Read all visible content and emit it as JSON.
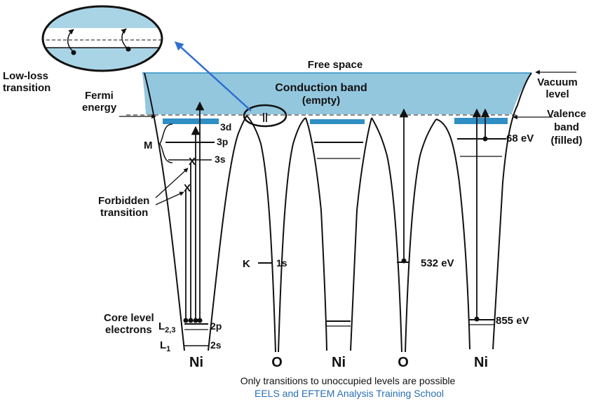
{
  "colors": {
    "band_fill": "#93c7de",
    "band_edge": "#2f8fc4",
    "inset_band": "#a9d4e6",
    "arrow_blue": "#2f6fd0",
    "ink": "#111111",
    "footer_blue": "#2a6fb3"
  },
  "labels": {
    "free_space": "Free space",
    "conduction_band": "Conduction band",
    "conduction_state": "(empty)",
    "vacuum_level": [
      "Vacuum",
      "level"
    ],
    "valence_band": [
      "Valence",
      "band",
      "(filled)"
    ],
    "low_loss": [
      "Low-loss",
      "transition"
    ],
    "fermi": [
      "Fermi",
      "energy"
    ],
    "m_shell": "M",
    "forbidden": [
      "Forbidden",
      "transition"
    ],
    "core_level": [
      "Core level",
      "electrons"
    ],
    "k_shell": "K",
    "l23": "L",
    "l23_sub": "2,3",
    "l1": "L",
    "l1_sub": "1",
    "orbitals": {
      "d3": "3d",
      "p3": "3p",
      "s3": "3s",
      "s1": "1s",
      "p2": "2p",
      "s2": "2s"
    },
    "energies": {
      "e68": "68 eV",
      "e532": "532 eV",
      "e855": "855 eV"
    },
    "forbidden_mark": "X",
    "inset_mark": "||",
    "elements": [
      "Ni",
      "O",
      "Ni",
      "O",
      "Ni"
    ]
  },
  "footer": {
    "note": "Only transitions to unoccupied levels are possible",
    "credit": "EELS and EFTEM Analysis Training School"
  }
}
